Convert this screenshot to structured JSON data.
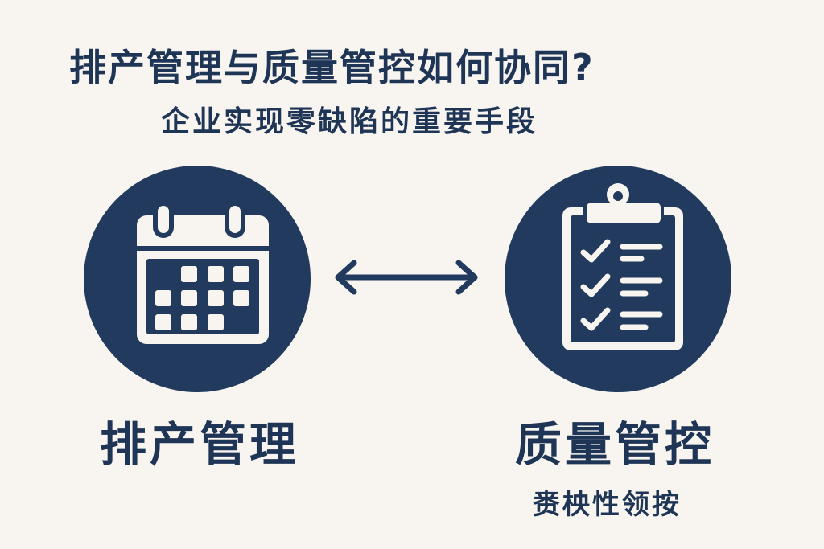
{
  "header": {
    "title": "排产管理与质量管控如何协同?",
    "subtitle": "企业实现零缺陷的重要手段"
  },
  "left": {
    "icon": "calendar-icon",
    "label": "排产管理"
  },
  "center": {
    "icon": "double-arrow-icon"
  },
  "right": {
    "icon": "clipboard-checklist-icon",
    "label": "质量管控",
    "sublabel": "赉柍性领按"
  },
  "colors": {
    "background": "#f8f5f0",
    "primary": "#213a5e"
  }
}
